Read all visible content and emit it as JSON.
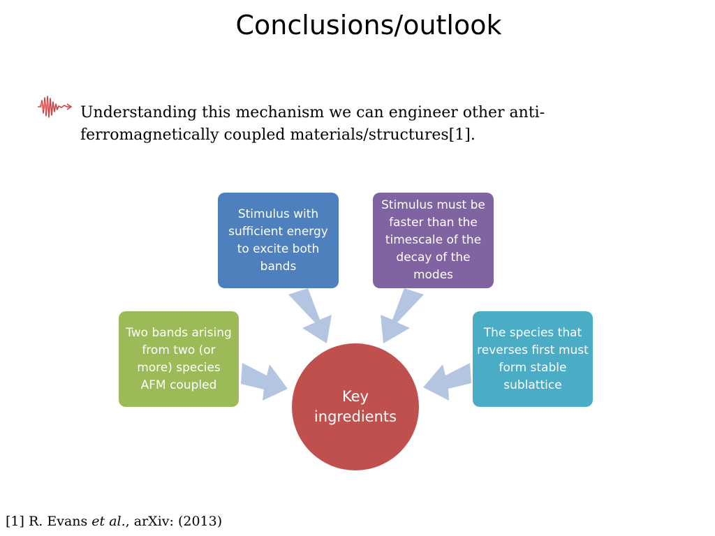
{
  "slide": {
    "title": "Conclusions/outlook"
  },
  "bullet": {
    "icon": "sound-wave-icon",
    "text": "Understanding this mechanism we can engineer other anti-ferromagnetically coupled materials/structures[1]."
  },
  "diagram": {
    "center": {
      "label": "Key ingredients",
      "color": "#c0504d"
    },
    "nodes": [
      {
        "label": "Two bands arising from two (or more) species AFM coupled",
        "color": "#9bbb59"
      },
      {
        "label": "Stimulus with sufficient energy to excite both bands",
        "color": "#4e80bd"
      },
      {
        "label": "Stimulus must be faster than the timescale of the decay of the modes",
        "color": "#8064a2"
      },
      {
        "label": "The species that reverses first must form stable sublattice",
        "color": "#4bacc6"
      }
    ],
    "arrow_color": "#b3c5e1"
  },
  "footnote": {
    "prefix": "[1] R. Evans ",
    "italic": "et al.",
    "suffix": ", arXiv: (2013)"
  }
}
